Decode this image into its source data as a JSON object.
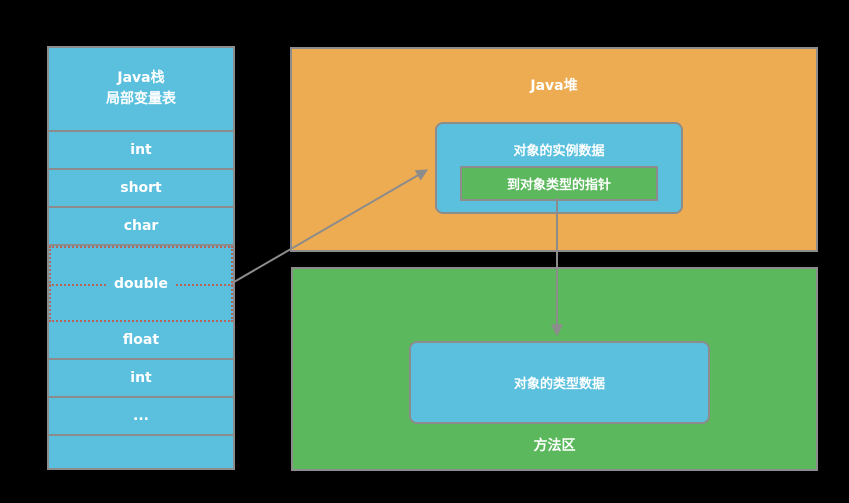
{
  "diagram": {
    "title": "JVM object access via pointer (handle-less / direct pointer)",
    "background_color": "#000000",
    "colors": {
      "blue": "#5bc0de",
      "orange": "#edac51",
      "green": "#5cb85c",
      "border_gray": "#8c8c8c",
      "highlight_dotted": "#b5665a",
      "arrow_gray": "#8c8c8c",
      "text_white": "#ffffff"
    }
  },
  "java_stack": {
    "header_line1": "Java栈",
    "header_line2": "局部变量表",
    "slots": [
      {
        "label": "int",
        "highlighted": false,
        "wide": false
      },
      {
        "label": "short",
        "highlighted": false,
        "wide": false
      },
      {
        "label": "char",
        "highlighted": false,
        "wide": false
      },
      {
        "label": "double",
        "highlighted": true,
        "wide": true
      },
      {
        "label": "float",
        "highlighted": false,
        "wide": false
      },
      {
        "label": "int",
        "highlighted": false,
        "wide": false
      },
      {
        "label": "...",
        "highlighted": false,
        "wide": false
      },
      {
        "label": "",
        "highlighted": false,
        "wide": false
      }
    ]
  },
  "java_heap": {
    "title": "Java堆",
    "instance_data_label": "对象的实例数据",
    "pointer_label": "到对象类型的指针"
  },
  "method_area": {
    "title": "方法区",
    "type_data_label": "对象的类型数据"
  },
  "arrows": [
    {
      "name": "reference-to-instance-arrow",
      "from": "java-stack double slot",
      "to": "instance data box",
      "color": "#8c8c8c"
    },
    {
      "name": "pointer-to-type-data-arrow",
      "from": "pointer box",
      "to": "type data box",
      "color": "#8c8c8c"
    }
  ]
}
